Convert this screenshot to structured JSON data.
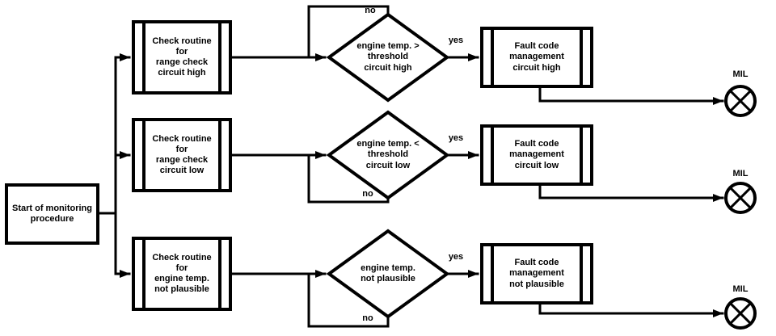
{
  "background": "#ffffff",
  "line_color": "#000000",
  "start": {
    "label": "Start of monitoring\nprocedure"
  },
  "rows": [
    {
      "check_label": "Check routine\nfor\nrange check\ncircuit high",
      "decision_label": "engine temp. >\nthreshold\ncircuit high",
      "yes_label": "yes",
      "no_label": "no",
      "fault_label": "Fault code\nmanagement\ncircuit high",
      "mil_label": "MIL"
    },
    {
      "check_label": "Check routine\nfor\nrange check\ncircuit low",
      "decision_label": "engine temp. <\nthreshold\ncircuit low",
      "yes_label": "yes",
      "no_label": "no",
      "fault_label": "Fault code\nmanagement\ncircuit low",
      "mil_label": "MIL"
    },
    {
      "check_label": "Check routine\nfor\nengine temp.\nnot plausible",
      "decision_label": "engine temp.\nnot plausible",
      "yes_label": "yes",
      "no_label": "no",
      "fault_label": "Fault code\nmanagement\nnot plausible",
      "mil_label": "MIL"
    }
  ]
}
